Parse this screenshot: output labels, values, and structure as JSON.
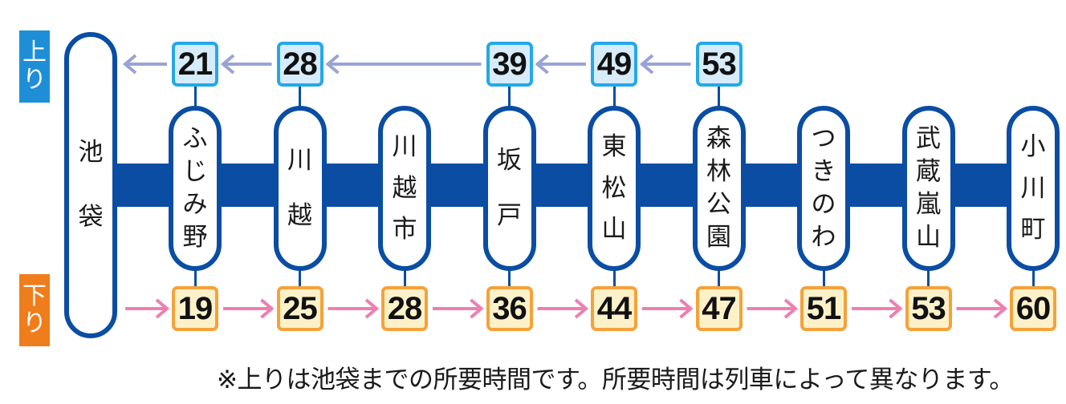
{
  "labels": {
    "up": [
      "上",
      "り"
    ],
    "down": [
      "下",
      "り"
    ]
  },
  "origin": {
    "name": [
      "池",
      "袋"
    ]
  },
  "stations": [
    {
      "name": [
        "ふ",
        "じ",
        "み",
        "野"
      ],
      "up": "21",
      "down": "19"
    },
    {
      "name": [
        "川",
        "越"
      ],
      "up": "28",
      "down": "25"
    },
    {
      "name": [
        "川",
        "越",
        "市"
      ],
      "up": null,
      "down": "28"
    },
    {
      "name": [
        "坂",
        "戸"
      ],
      "up": "39",
      "down": "36"
    },
    {
      "name": [
        "東",
        "松",
        "山"
      ],
      "up": "49",
      "down": "44"
    },
    {
      "name": [
        "森",
        "林",
        "公",
        "園"
      ],
      "up": "53",
      "down": "47"
    },
    {
      "name": [
        "つ",
        "き",
        "の",
        "わ"
      ],
      "up": null,
      "down": "51"
    },
    {
      "name": [
        "武",
        "蔵",
        "嵐",
        "山"
      ],
      "up": null,
      "down": "53"
    },
    {
      "name": [
        "小",
        "川",
        "町"
      ],
      "up": null,
      "down": "60"
    }
  ],
  "note": "※上りは池袋までの所要時間です。所要時間は列車によって異なります。",
  "colors": {
    "line": "#0a4da3",
    "up_tag": "#1e8fd7",
    "down_tag": "#f07d1c",
    "up_arrow": "#9aa3d6",
    "down_arrow": "#ee7fb0",
    "up_box_border": "#25a8e8",
    "up_box_fill": "#d7ecfa",
    "down_box_border": "#f5a23a",
    "down_box_fill": "#fdf1c9"
  }
}
